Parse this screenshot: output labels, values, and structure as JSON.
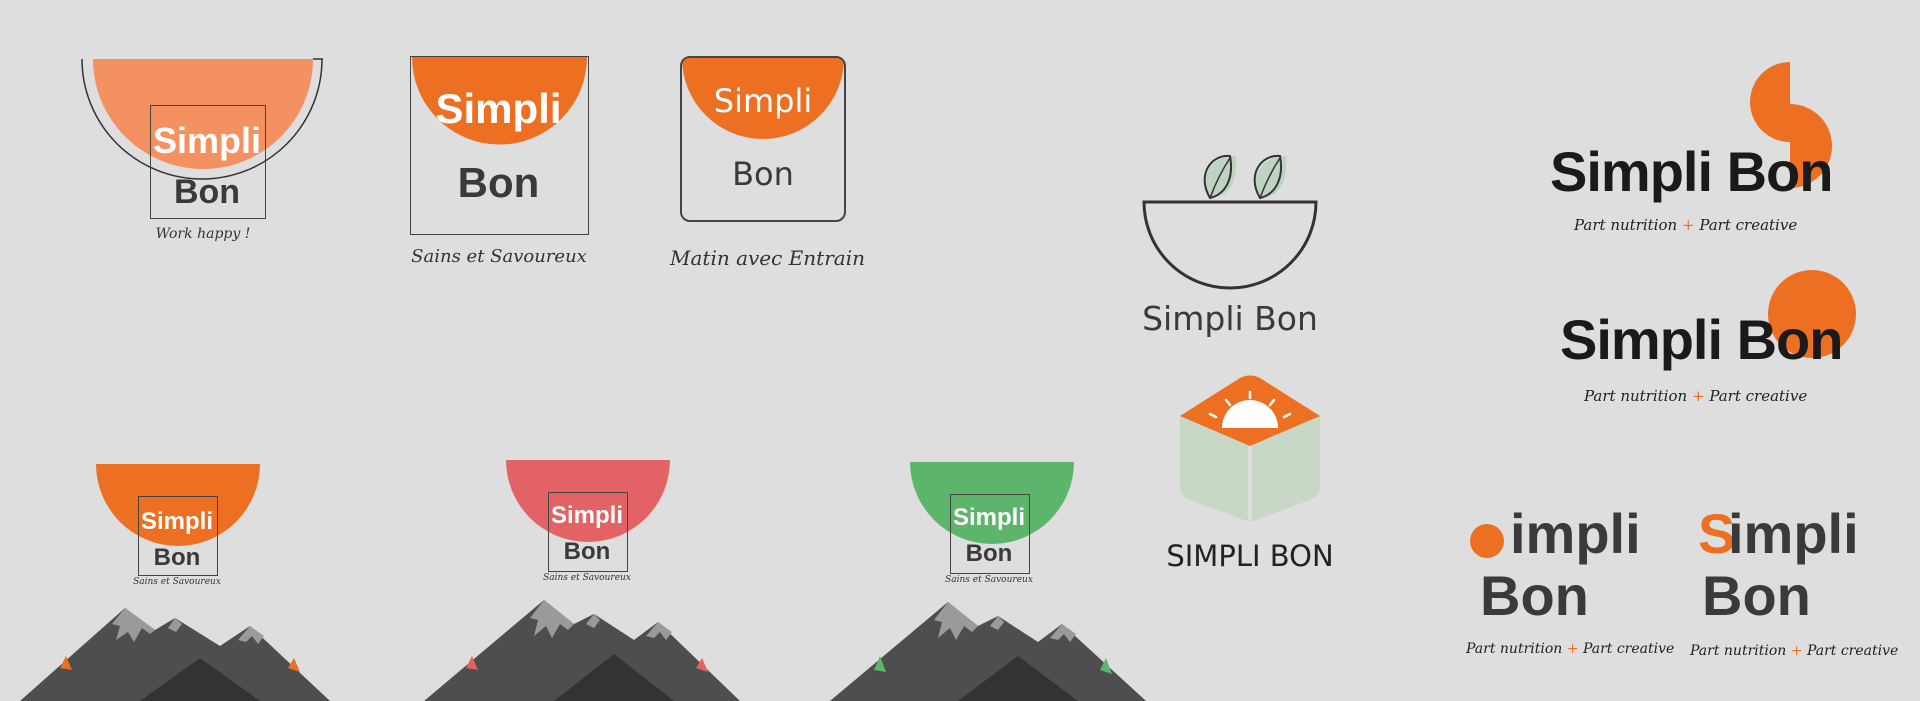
{
  "brand": {
    "simpli": "Simpli",
    "bon": "Bon",
    "full": "Simpli Bon",
    "upper": "SIMPLI BON",
    "impli": "impli",
    "s_letter": "S"
  },
  "taglines": {
    "work": "Work happy !",
    "sains": "Sains et Savoureux",
    "matin": "Matin avec Entrain",
    "part_nutrition": "Part nutrition",
    "plus": "+",
    "part_creative": "Part creative"
  },
  "colors": {
    "orange": "#ec6f22",
    "orange_light": "#f39161",
    "red": "#e36265",
    "green": "#5db56b",
    "dark": "#3a3a3a",
    "bg": "#dedede",
    "sage": "#c9d8c6"
  }
}
